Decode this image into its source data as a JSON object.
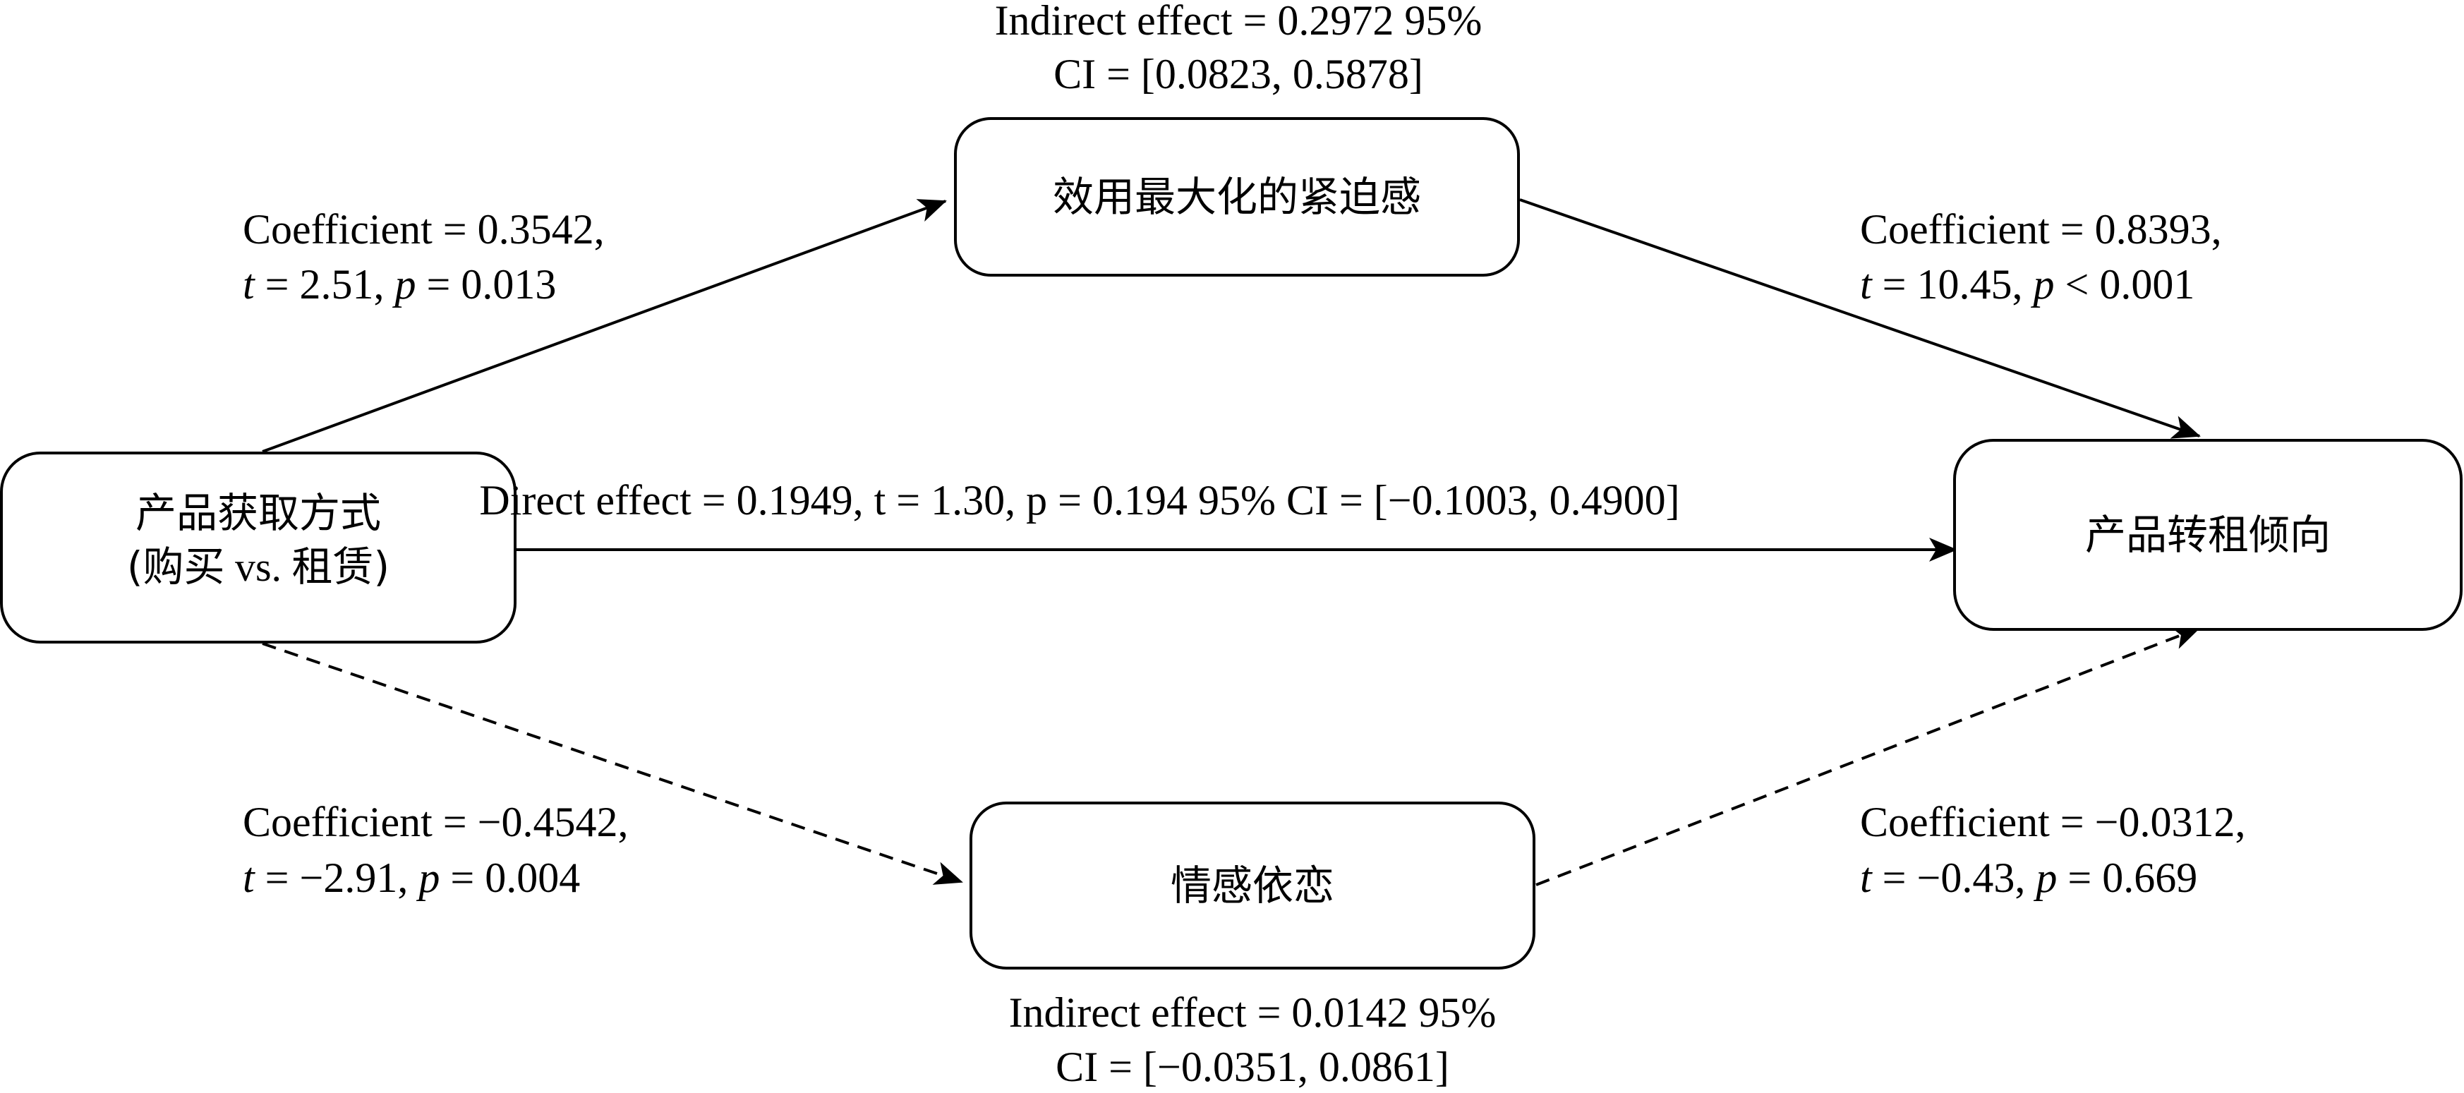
{
  "nodes": {
    "left": {
      "line1": "产品获取方式",
      "line2_a": "(购买",
      "line2_b": " vs. ",
      "line2_c": "租赁)"
    },
    "top": {
      "label": "效用最大化的紧迫感"
    },
    "bottom": {
      "label": "情感依恋"
    },
    "right": {
      "label": "产品转租倾向"
    }
  },
  "labels": {
    "top_indirect": {
      "line1": "Indirect effect = 0.2972 95%",
      "line2": "CI = [0.0823, 0.5878]"
    },
    "bottom_indirect": {
      "line1": "Indirect effect = 0.0142 95%",
      "line2": "CI = [−0.0351, 0.0861]"
    },
    "direct": "Direct effect = 0.1949, t = 1.30, p = 0.194 95% CI = [−0.1003, 0.4900]",
    "path_a1": {
      "coef": "Coefficient = 0.3542,",
      "t_sym": "t",
      "t_val": " = 2.51, ",
      "p_sym": "p",
      "p_val": " = 0.013"
    },
    "path_b1": {
      "coef": "Coefficient = 0.8393,",
      "t_sym": "t",
      "t_val": " = 10.45, ",
      "p_sym": "p",
      "p_val": " < 0.001"
    },
    "path_a2": {
      "coef": "Coefficient = −0.4542,",
      "t_sym": "t",
      "t_val": " = −2.91, ",
      "p_sym": "p",
      "p_val": " = 0.004"
    },
    "path_b2": {
      "coef": "Coefficient = −0.0312,",
      "t_sym": "t",
      "t_val": " = −0.43, ",
      "p_sym": "p",
      "p_val": " = 0.669"
    }
  }
}
